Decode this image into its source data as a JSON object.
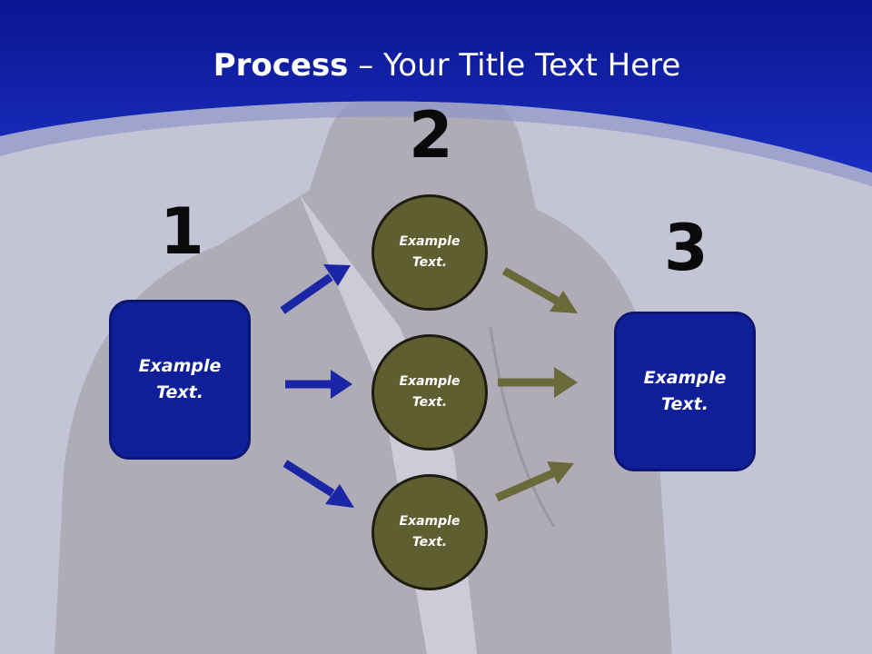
{
  "title": {
    "bold": "Process",
    "rest": " – Your Title Text Here"
  },
  "steps": [
    {
      "number": "1",
      "label": "Example\nText."
    },
    {
      "number": "2",
      "label": "Example\nText."
    },
    {
      "number": "3",
      "label": "Example\nText."
    }
  ],
  "circles": [
    {
      "label": "Example\nText."
    },
    {
      "label": "Example\nText."
    },
    {
      "label": "Example\nText."
    }
  ],
  "colors": {
    "header_blue": "#0a1aa0",
    "box_blue": "#0f1e99",
    "circle_olive": "#5f5e31",
    "arrow_blue": "#1a26a6",
    "arrow_olive": "#6a6a3a"
  }
}
